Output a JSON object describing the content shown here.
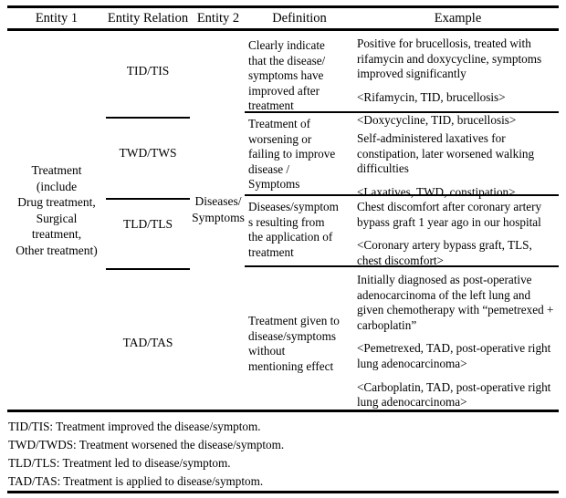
{
  "table": {
    "headers": {
      "entity1": "Entity 1",
      "entity_relation": "Entity Relation",
      "entity2": "Entity 2",
      "definition": "Definition",
      "example": "Example"
    },
    "entity1_value": "Treatment (include Drug treatment, Surgical treatment, Other treatment)",
    "entity1_lines": [
      "Treatment",
      "(include",
      "Drug treatment,",
      "Surgical",
      "treatment,",
      "Other treatment)"
    ],
    "entity2_value": "Diseases/ Symptoms",
    "entity2_lines": [
      "Diseases/",
      "Symptoms"
    ],
    "rows": [
      {
        "relation": "TID/TIS",
        "definition": "Clearly indicate that the disease/ symptoms have improved after treatment",
        "definition_lines": [
          "Clearly indicate",
          "that the disease/",
          "symptoms have",
          "improved after",
          "treatment"
        ],
        "example_paragraphs": [
          "Positive for brucellosis, treated with rifamycin and doxycycline, symptoms improved significantly",
          "<Rifamycin, TID, brucellosis>",
          "<Doxycycline, TID, brucellosis>"
        ]
      },
      {
        "relation": "TWD/TWS",
        "definition": "Treatment of worsening or failing to improve disease / Symptoms",
        "definition_lines": [
          "Treatment of",
          "worsening or",
          "failing to improve",
          "disease /",
          "Symptoms"
        ],
        "example_paragraphs": [
          "Self-administered laxatives for constipation, later worsened walking difficulties",
          "<Laxatives, TWD, constipation>"
        ]
      },
      {
        "relation": "TLD/TLS",
        "definition": "Diseases/symptom s resulting from the application of treatment",
        "definition_lines": [
          "Diseases/symptom",
          "s resulting from",
          "the application of",
          "treatment"
        ],
        "example_paragraphs": [
          "Chest discomfort after coronary artery bypass graft 1 year ago in our hospital",
          "<Coronary artery bypass graft, TLS, chest discomfort>"
        ]
      },
      {
        "relation": "TAD/TAS",
        "definition": "Treatment given to disease/symptoms without mentioning effect",
        "definition_lines": [
          "Treatment given to",
          "disease/symptoms",
          "without",
          "mentioning effect"
        ],
        "example_paragraphs": [
          "Initially diagnosed as post-operative adenocarcinoma of the left lung and given chemotherapy with “pemetrexed + carboplatin”",
          "<Pemetrexed, TAD, post-operative right lung adenocarcinoma>",
          "<Carboplatin, TAD, post-operative right lung adenocarcinoma>"
        ]
      }
    ],
    "footnotes": [
      "TID/TIS: Treatment improved the disease/symptom.",
      "TWD/TWDS: Treatment worsened the disease/symptom.",
      "TLD/TLS: Treatment led to disease/symptom.",
      "TAD/TAS: Treatment is applied to disease/symptom."
    ]
  }
}
